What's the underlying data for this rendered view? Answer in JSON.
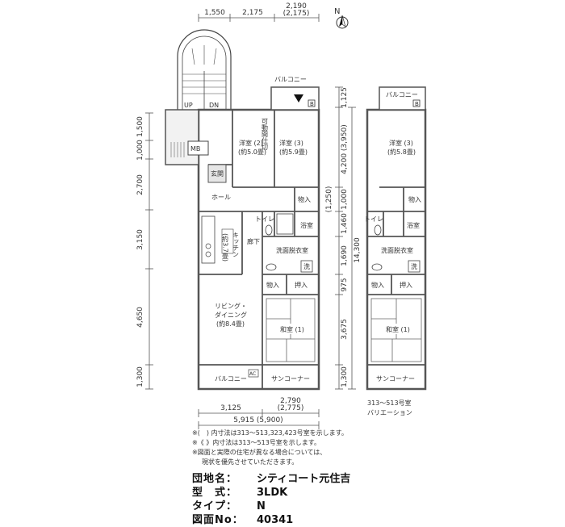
{
  "top_dimensions": {
    "d1": "1,550",
    "d2": "2,175",
    "d3": "2,190",
    "d3_alt": "(2,175)"
  },
  "north_label": "N",
  "left_dimensions": [
    "1,500",
    "1,000",
    "2,700",
    "3,150",
    "4,650",
    "1,300"
  ],
  "right_dimensions": {
    "a": "1,125",
    "b": "4,200 (3,950)",
    "b2": "(1,250)",
    "c": "1,000",
    "d": "1,460",
    "e": "1,690",
    "f": "975",
    "g": "3,675",
    "h": "1,300",
    "total": "14,300"
  },
  "bottom_dimensions": {
    "d1": "3,125",
    "d2": "2,790",
    "d2_alt": "(2,775)",
    "total": "5,915 (5,900)"
  },
  "rooms": {
    "balcony_top": "バルコニー",
    "up": "UP",
    "dn": "DN",
    "mb": "MB",
    "entry": "玄関",
    "western2": "洋室 (2)",
    "western2_size": "(約5.0畳)",
    "western3": "洋室 (3)",
    "western3_size": "(約5.9畳)",
    "partition": "可動間仕切",
    "storage": "物入",
    "hall": "ホール",
    "toilet": "トイレ",
    "bath": "浴室",
    "kitchen": "キッチン",
    "kitchen_size": "(約3.7畳)",
    "corridor": "廊下",
    "washroom": "洗面脱衣室",
    "wash": "洗",
    "oshiire": "押入",
    "living": "リビング・",
    "dining": "ダイニング",
    "living_size": "(約8.4畳)",
    "japanese": "和室 (1)",
    "balcony_bottom": "バルコニー",
    "ac": "AC",
    "sun_corner": "サンコーナー",
    "b": "B"
  },
  "variation": {
    "balcony": "バルコニー",
    "western3": "洋室 (3)",
    "western3_size": "(約5.8畳)",
    "storage": "物入",
    "toilet": "トイレ",
    "bath": "浴室",
    "washroom": "洗面脱衣室",
    "wash": "洗",
    "oshiire": "押入",
    "japanese": "和室 (1)",
    "sun_corner": "サンコーナー",
    "caption1": "313～513号室",
    "caption2": "バリエーション",
    "b": "B"
  },
  "notes": [
    "※(　) 内寸法は313～513,323,423号室を示します。",
    "※《 》内寸法は313～513号室を示します。",
    "※図面と実際の住宅が異なる場合については、",
    "現状を優先させていただきます。"
  ],
  "info": [
    {
      "key": "団地名：",
      "value": "シティコート元住吉"
    },
    {
      "key": "型　式：",
      "value": "3LDK"
    },
    {
      "key": "タイプ：",
      "value": "N"
    },
    {
      "key": "図面No：",
      "value": "40341"
    }
  ]
}
